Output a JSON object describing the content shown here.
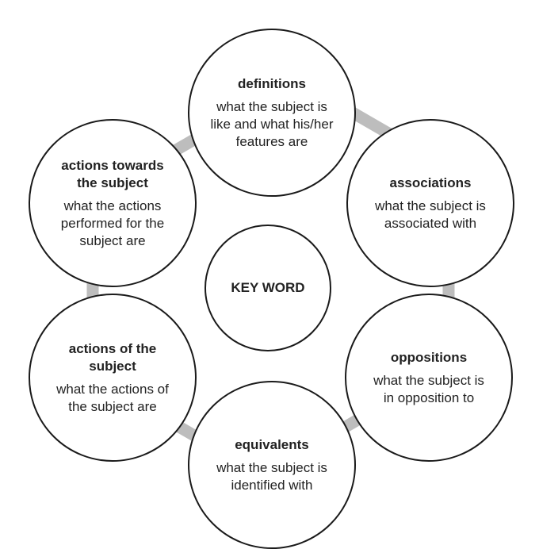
{
  "center": {
    "title": "KEY WORD"
  },
  "nodes": [
    {
      "id": "definitions",
      "title": "definitions",
      "description": "what the subject is like and what his/her features are"
    },
    {
      "id": "associations",
      "title": "associations",
      "description": "what the subject is associated with"
    },
    {
      "id": "oppositions",
      "title": "oppositions",
      "description": "what the subject is in opposition to"
    },
    {
      "id": "equivalents",
      "title": "equivalents",
      "description": "what the subject is identified with"
    },
    {
      "id": "actions-of-the-subject",
      "title": "actions of the subject",
      "description": "what the actions of the subject are"
    },
    {
      "id": "actions-towards-the-subject",
      "title": "actions towards the subject",
      "description": "what the actions performed for the subject are"
    }
  ],
  "colors": {
    "circle_border": "#1a1a1a",
    "connector": "#bdbdbd",
    "text": "#222222"
  }
}
